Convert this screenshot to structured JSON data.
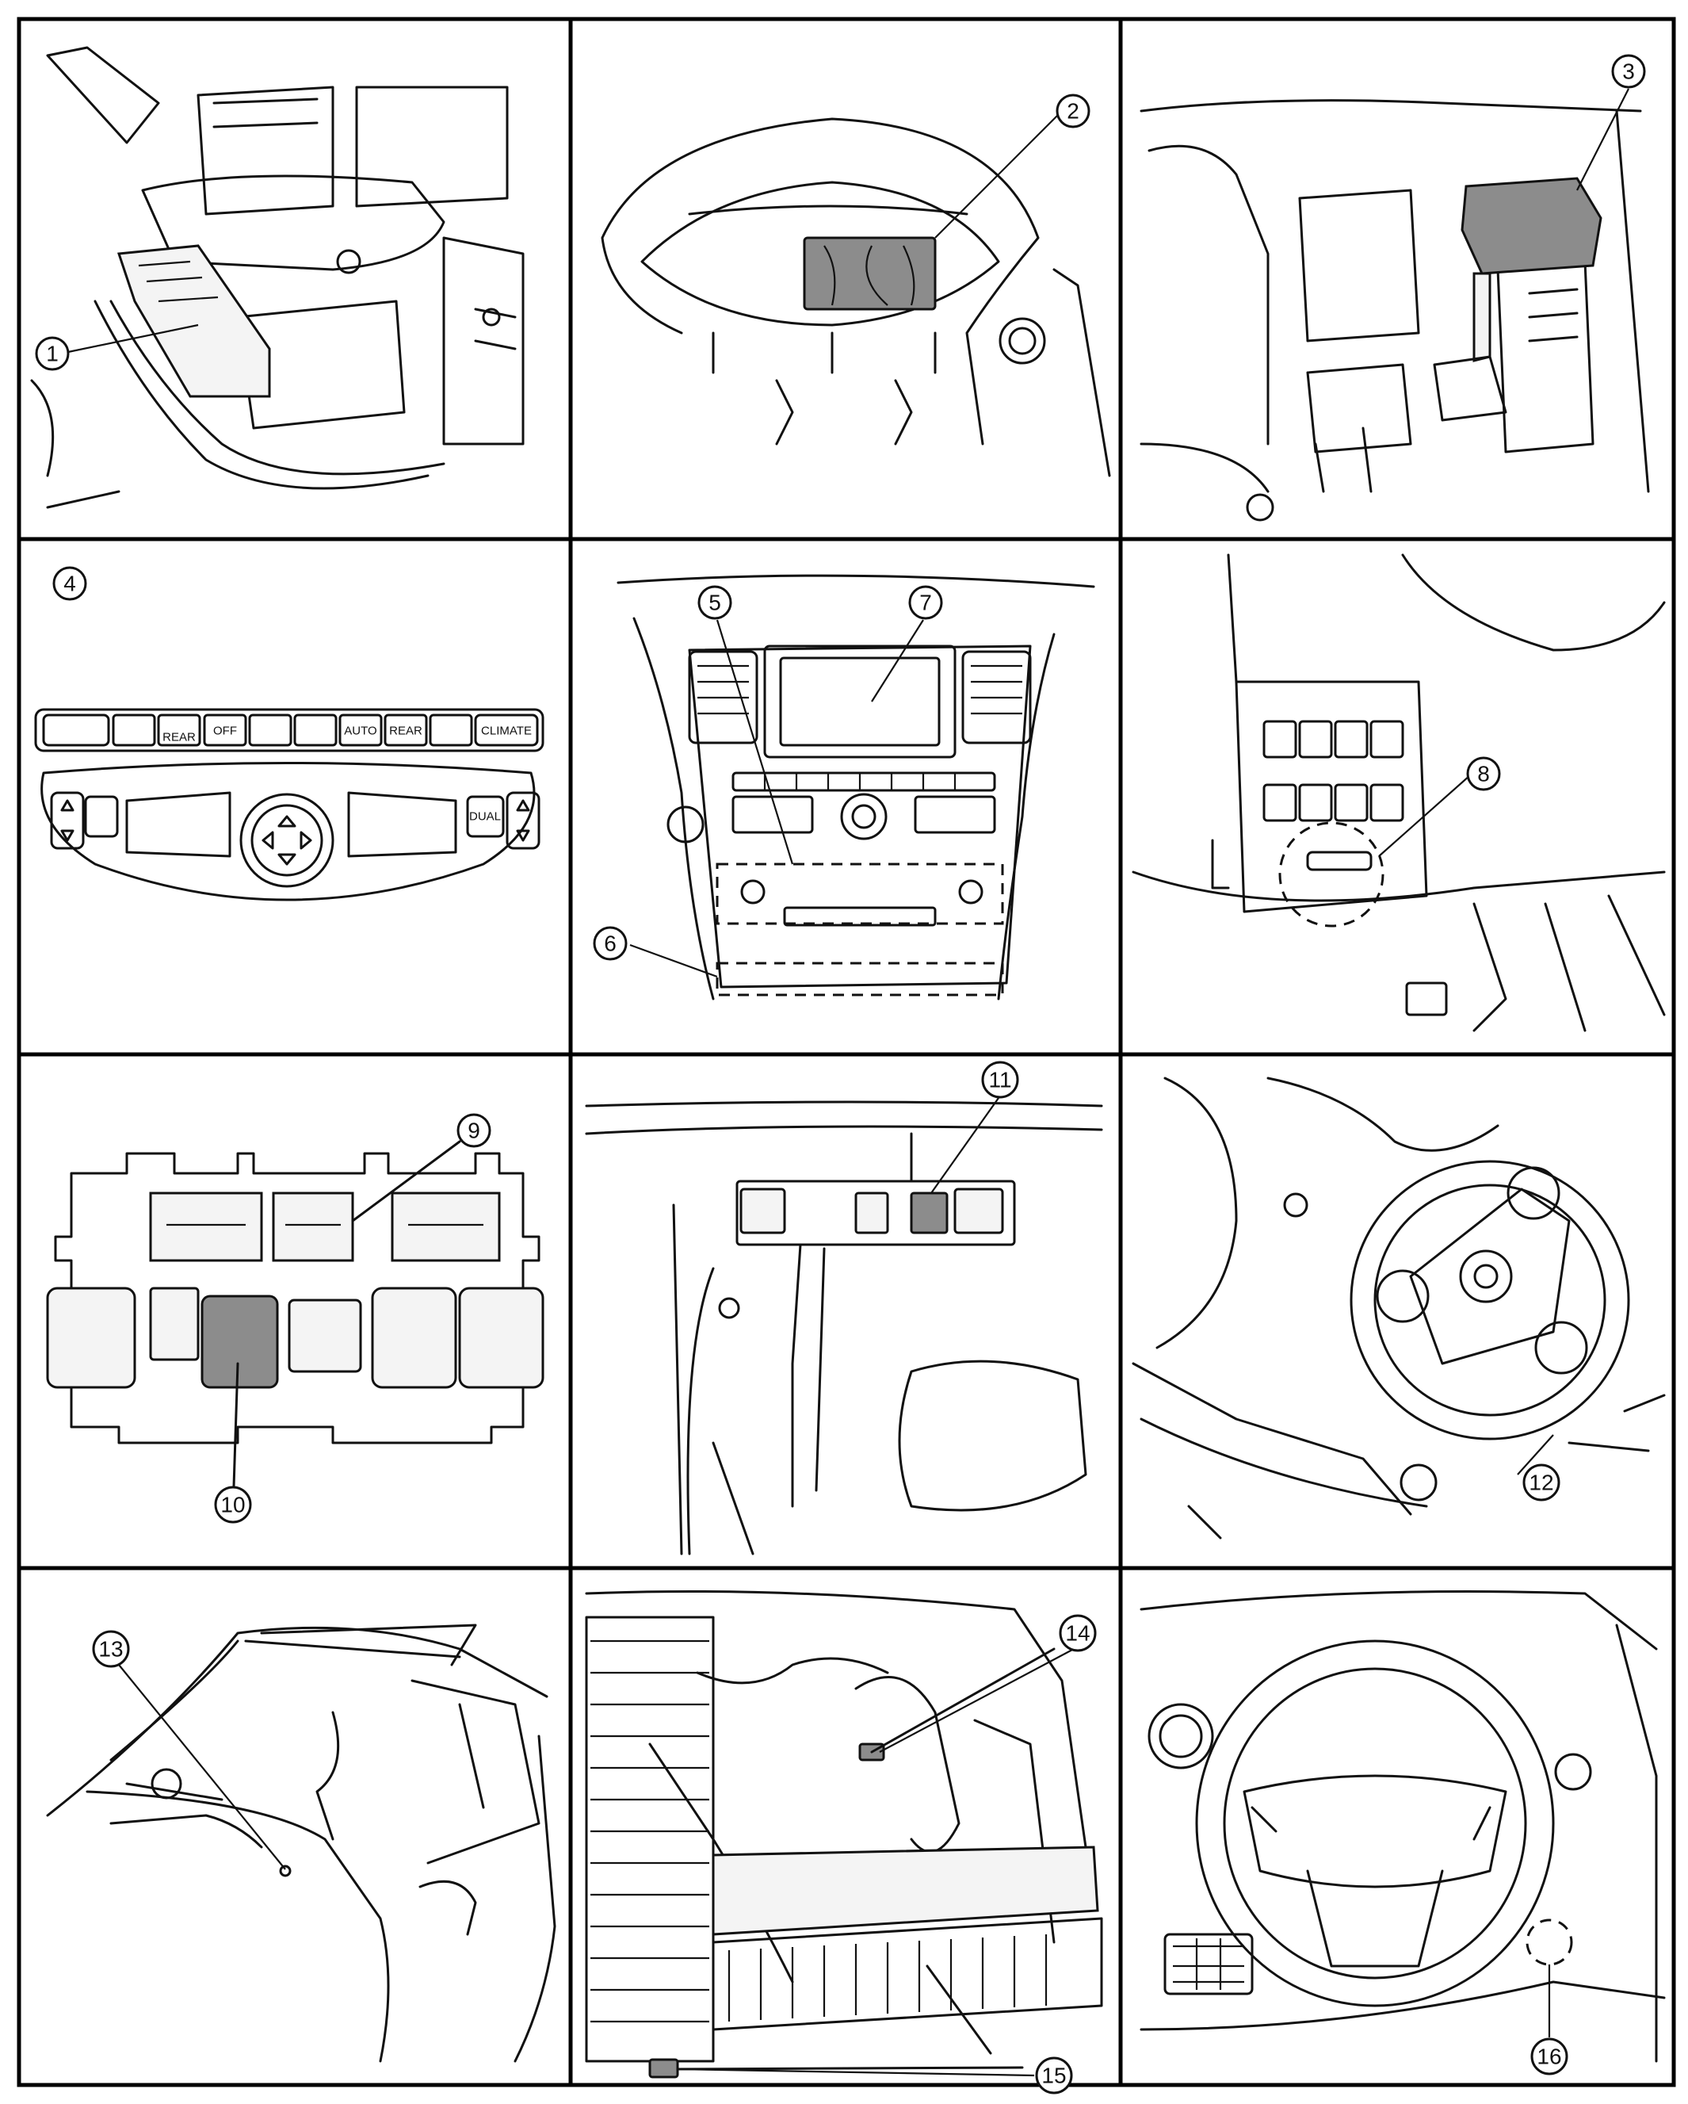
{
  "panels": [
    {
      "id": "p1",
      "callouts": [
        "1"
      ]
    },
    {
      "id": "p2",
      "callouts": [
        "2"
      ]
    },
    {
      "id": "p3",
      "callouts": [
        "3"
      ]
    },
    {
      "id": "p4",
      "callouts": [
        "4"
      ]
    },
    {
      "id": "p5",
      "callouts": [
        "5",
        "6",
        "7"
      ]
    },
    {
      "id": "p6",
      "callouts": [
        "8"
      ]
    },
    {
      "id": "p7",
      "callouts": [
        "9",
        "10"
      ]
    },
    {
      "id": "p8",
      "callouts": [
        "11"
      ]
    },
    {
      "id": "p9",
      "callouts": [
        "12"
      ]
    },
    {
      "id": "p10",
      "callouts": [
        "13"
      ]
    },
    {
      "id": "p11",
      "callouts": [
        "14",
        "15"
      ]
    },
    {
      "id": "p12",
      "callouts": [
        "16"
      ]
    }
  ],
  "climate_panel": {
    "rear_defrost_label": "REAR",
    "off_label": "OFF",
    "auto_label": "AUTO",
    "rear_label": "REAR",
    "climate_label": "CLIMATE",
    "dual_label": "DUAL"
  },
  "callout_labels": {
    "c1": "1",
    "c2": "2",
    "c3": "3",
    "c4": "4",
    "c5": "5",
    "c6": "6",
    "c7": "7",
    "c8": "8",
    "c9": "9",
    "c10": "10",
    "c11": "11",
    "c12": "12",
    "c13": "13",
    "c14": "14",
    "c15": "15",
    "c16": "16"
  }
}
